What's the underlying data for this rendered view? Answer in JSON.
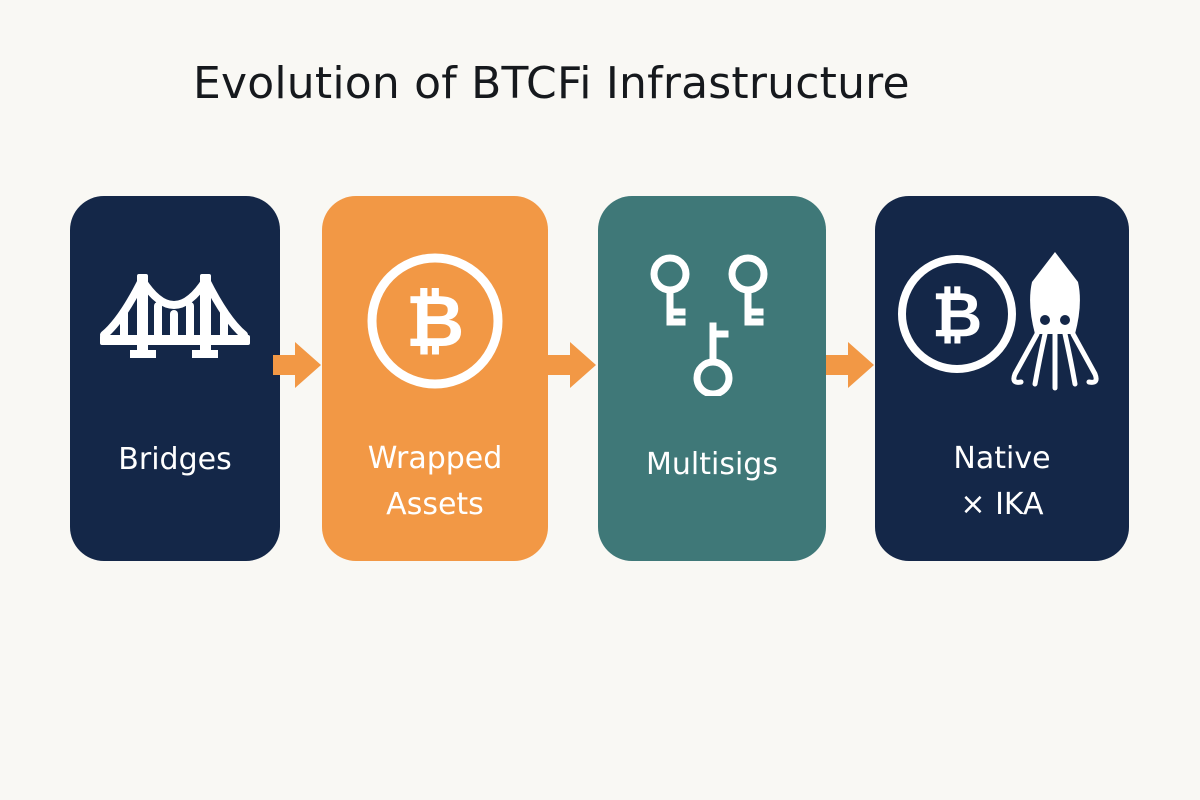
{
  "title": "Evolution of BTCFi Infrastructure",
  "colors": {
    "background": "#f9f8f4",
    "navy": "#142748",
    "orange": "#f29845",
    "teal": "#3f7878",
    "text_on_card": "#ffffff"
  },
  "stages": [
    {
      "label_lines": [
        "Bridges"
      ],
      "icon": "bridge-icon"
    },
    {
      "label_lines": [
        "Wrapped",
        "Assets"
      ],
      "icon": "bitcoin-icon"
    },
    {
      "label_lines": [
        "Multisigs"
      ],
      "icon": "keys-icon"
    },
    {
      "label_lines": [
        "Native",
        "× IKA"
      ],
      "icon": "bitcoin-squid-icon"
    }
  ],
  "connector": {
    "icon": "arrow-right-icon"
  }
}
